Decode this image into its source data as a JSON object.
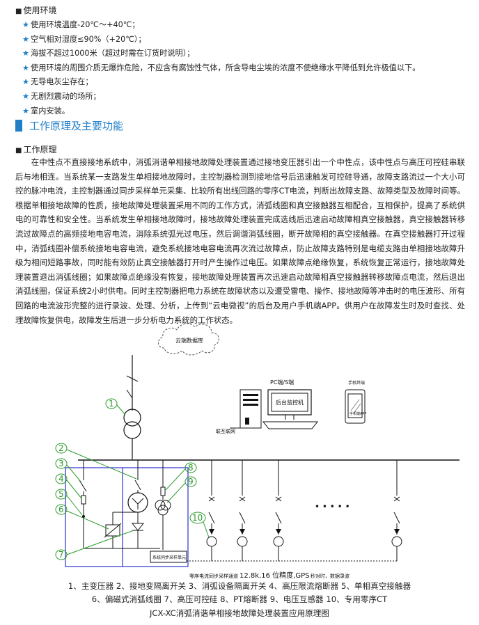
{
  "environment": {
    "heading": "使用环境",
    "items": [
      "使用环境温度-20℃～+40℃；",
      "空气相对湿度≤90%（+20℃）；",
      "海拔不超过1000米（超过时需在订货时说明）；",
      "使用环境的周围介质无爆炸危险，不应含有腐蚀性气体，所含导电尘埃的浓度不使绝缘水平降低到允许极值以下。",
      "无导电灰尘存在；",
      "无剧烈震动的场所；",
      "室内安装。"
    ]
  },
  "section": {
    "title": "工作原理及主要功能"
  },
  "principle": {
    "heading": "工作原理",
    "text": "在中性点不直接接地系统中，消弧消谐单相接地故障处理装置通过接地变压器引出一个中性点，该中性点与高压可控硅串联后与地相连。当系统某一支路发生单相接地故障时，主控制器检测到接地信号后迅速触发可控硅导通，故障支路流过一个大小可控的脉冲电流，主控制器通过同步采样单元采集、比较所有出线回路的零序CT电流，判断出故障支路、故障类型及故障时间等。根据单相接地故障的性质，接地故障处理装置采用不同的工作方式，消弧线圈和真空接触器互相配合，互相保护，提高了系统供电的可靠性和安全性。当系统发生单相接地故障时，接地故障处理装置完成选线后迅速启动故障相真空接触器，真空接触器转移流过故障点的高频接地电容电流，消除系统弧光过电压，然后调谐消弧线圈，断开故障相的真空接触器。在真空接触器打开过程中，消弧线圈补偿系统接地电容电流，避免系统接地电容电流再次流过故障点，防止故障支路特别是电缆支路由单相接地故障升级为相间短路事故，同时能有效防止真空接触器打开时产生操作过电压。如果故障点绝缘恢复，系统恢复正常运行，接地故障处理装置退出消弧线圈；如果故障点绝缘没有恢复，接地故障处理装置再次迅速启动故障相真空接触器转移故障点电流，然后退出消弧线圈，保证系统2小时供电。同时主控制器把电力系统在故障状态以及遭受雷电、操作、接地故障等冲击时的电压波形、所有回路的电流波形完整的进行录波、处理、分析，上传到“云电微视”的后台及用户手机端APP。供用户在故障发生时及时查找、处理故障恢复供电，故障发生后进一步分析电力系统的工作状态。"
  },
  "diagram": {
    "cloud_label": "云端数据库",
    "pc_label": "PC端/S端",
    "monitor_label": "后台监控机",
    "phone_label": "手机终端",
    "phone_sub": "手机端APP",
    "internet_label": "联互联网",
    "controller_label": "系统同步采样单元",
    "ellipsis": "• • • • •",
    "bottom_note_left": "零序电流同步采样通道",
    "bottom_note_mid": "12.8k,16 位精度,GPS",
    "bottom_note_right": "秒对时，数据录波",
    "numbers": [
      "1",
      "2",
      "3",
      "4",
      "5",
      "6",
      "7",
      "8",
      "9",
      "10"
    ]
  },
  "legend": {
    "line1": "1、主变压器  2、接地变隔离开关  3、消弧设备隔离开关 4、高压限流熔断器 5、单相真空接触器",
    "line2": "6、偏磁式消弧线圈  7、高压可控硅  8、PT熔断器   9、电压互感器 10、专用零序CT",
    "caption": "JCX-XC消弧消谐单相接地故障处理装置应用原理图"
  },
  "colors": {
    "accent": "#1f7fc7",
    "box": "#2b2fd0",
    "callout": "#2a9a2a"
  }
}
